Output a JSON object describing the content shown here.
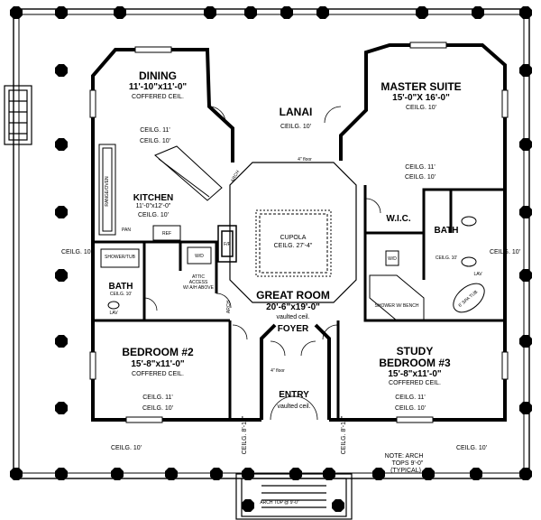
{
  "rooms": {
    "dining": {
      "name": "DINING",
      "dims": "11'-10\"x11'-0\"",
      "note": "COFFERED CEIL.",
      "ceil_a": "CEILG. 11'",
      "ceil_b": "CEILG. 10'"
    },
    "lanai": {
      "name": "LANAI",
      "ceil": "CEILG. 10'"
    },
    "master": {
      "name": "MASTER SUITE",
      "dims": "15'-0\"X 16'-0\"",
      "ceil": "CEILG. 10'",
      "ceil_a": "CEILG. 11'",
      "ceil_b": "CEILG. 10'"
    },
    "kitchen": {
      "name": "KITCHEN",
      "dims": "11'-0\"x12'-0\"",
      "ceil": "CEILG. 10'"
    },
    "cupola": {
      "name": "CUPOLA",
      "ceil": "CEILG. 27'-4\""
    },
    "great_room": {
      "name": "GREAT ROOM",
      "dims": "20'-6\"x19'-0\"",
      "note": "vaulted ceil."
    },
    "foyer": {
      "name": "FOYER"
    },
    "bath_left": {
      "name": "BATH",
      "ceil": "CEILG. 10'"
    },
    "bath_right": {
      "name": "BATH",
      "ceil": "CEILG. 10'"
    },
    "wic": {
      "name": "W.I.C."
    },
    "bedroom2": {
      "name": "BEDROOM #2",
      "dims": "15'-8\"x11'-0\"",
      "note": "COFFERED CEIL.",
      "ceil_a": "CEILG. 11'",
      "ceil_b": "CEILG. 10'"
    },
    "study": {
      "name": "STUDY",
      "name2": "BEDROOM #3",
      "dims": "15'-8\"x11'-0\"",
      "note": "COFFERED CEIL.",
      "ceil_a": "CEILG. 11'",
      "ceil_b": "CEILG. 10'"
    },
    "entry": {
      "name": "ENTRY",
      "note": "vaulted ceil."
    }
  },
  "porch": {
    "ceil_left": "CEILG. 10'",
    "ceil_right": "CEILG. 10'",
    "ceil_bottom_left": "CEILG. 10'",
    "ceil_bottom_right": "CEILG. 10'",
    "ceil_entry_left": "CEILG. 8'-10\"",
    "ceil_entry_right": "CEILG. 8'-10\""
  },
  "notes": {
    "arch_1": "NOTE: ARCH",
    "arch_2": "TOPS 9'-0\"",
    "arch_3": "(TYPICAL)",
    "floor_4": "4\" floor",
    "attic_1": "ATTIC",
    "attic_2": "ACCESS",
    "attic_3": "W/ A/H ABOVE",
    "shower_tub": "SHOWER/TUB",
    "shower_bench": "SHOWER W/ BENCH",
    "spa_tub": "6' SPA TUB",
    "range_oven": "RANGE/OVEN",
    "pantry": "PAN",
    "ref": "REF",
    "fp": "F/P",
    "wd": "W/D",
    "lav": "LAV",
    "arch_small": "ARCH",
    "top_arch": "ARCH TOP @ 9'-0\""
  }
}
